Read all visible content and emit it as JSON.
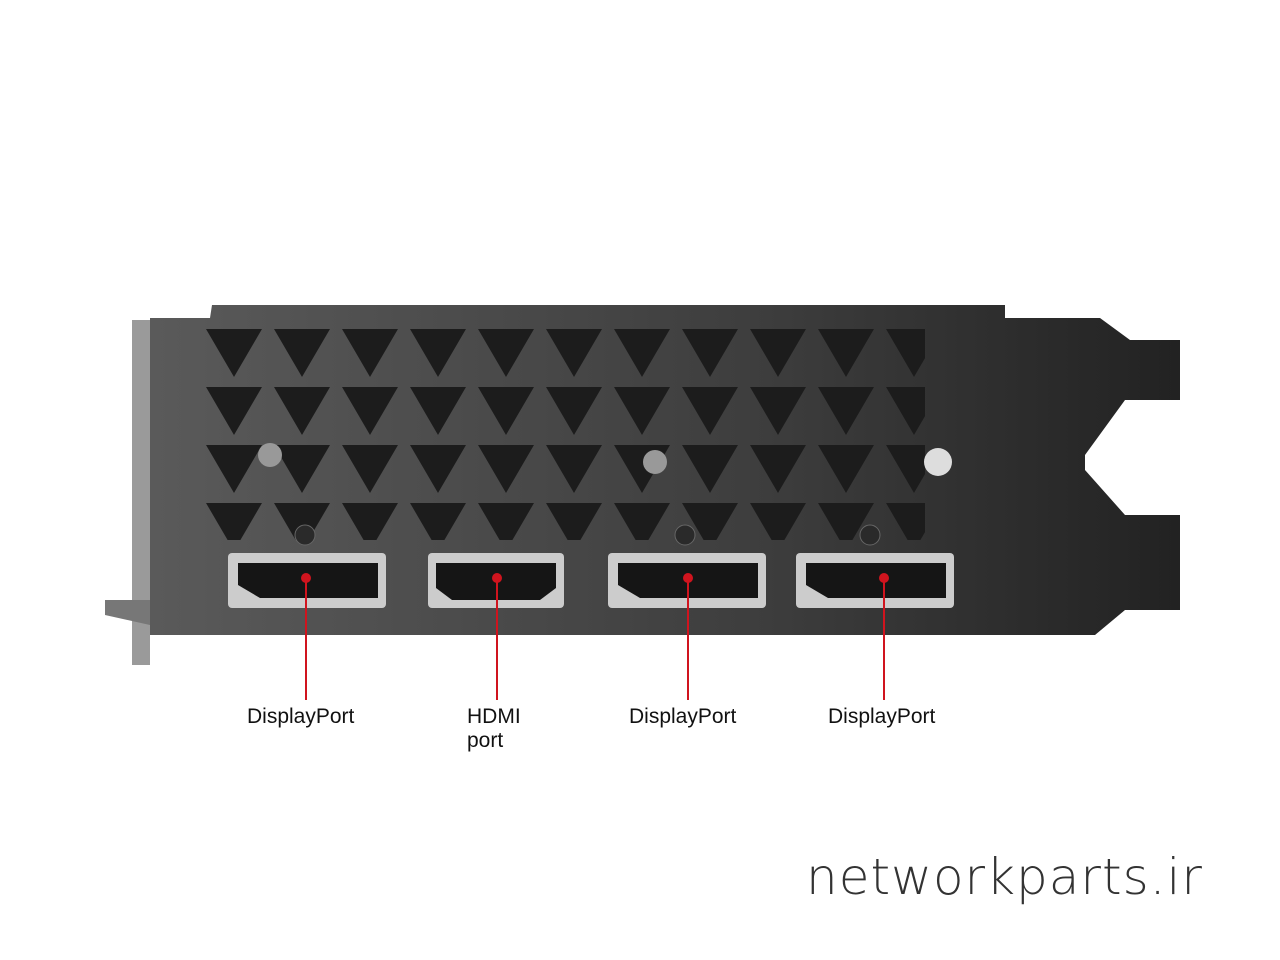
{
  "ports": [
    {
      "label": "DisplayPort"
    },
    {
      "label_line1": "HDMI",
      "label_line2": "port"
    },
    {
      "label": "DisplayPort"
    },
    {
      "label": "DisplayPort"
    }
  ],
  "watermark": "networkparts.ir",
  "colors": {
    "callout": "#d0141e",
    "bracket": "#3a3a3a",
    "port": "#1a1a1a"
  }
}
